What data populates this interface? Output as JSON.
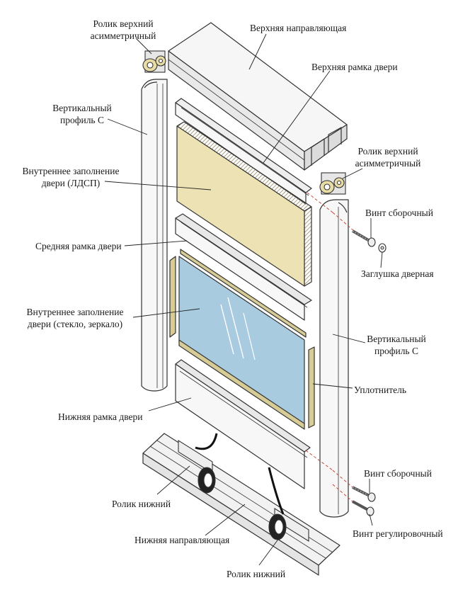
{
  "labels": {
    "top_roller_left": {
      "line1": "Ролик верхний",
      "line2": "асимметричный"
    },
    "top_rail": "Верхняя направляющая",
    "top_frame": "Верхняя рамка двери",
    "vertical_profile_left": {
      "line1": "Вертикальный",
      "line2": "профиль С"
    },
    "top_roller_right": {
      "line1": "Ролик верхний",
      "line2": "асимметричный"
    },
    "fill_chipboard": {
      "line1": "Внутреннее заполнение",
      "line2": "двери (ЛДСП)"
    },
    "assembly_screw_top": "Винт сборочный",
    "middle_frame": "Средняя рамка двери",
    "door_plug": "Заглушка дверная",
    "fill_glass": {
      "line1": "Внутреннее заполнение",
      "line2": "двери (стекло, зеркало)"
    },
    "vertical_profile_right": {
      "line1": "Вертикальный",
      "line2": "профиль С"
    },
    "seal": "Уплотнитель",
    "bottom_frame": "Нижняя рамка двери",
    "assembly_screw_bottom": "Винт сборочный",
    "bottom_roller_left": "Ролик нижний",
    "bottom_rail": "Нижняя направляющая",
    "adjust_screw": "Винт регулировочный",
    "bottom_roller_right": "Ролик нижний"
  },
  "colors": {
    "outline": "#333333",
    "chipboard": "#ece2b4",
    "glass": "#a9cbe0",
    "seal": "#d8cc96",
    "aluminium": "#f4f4f4",
    "dashed_axis": "#c0392b"
  }
}
